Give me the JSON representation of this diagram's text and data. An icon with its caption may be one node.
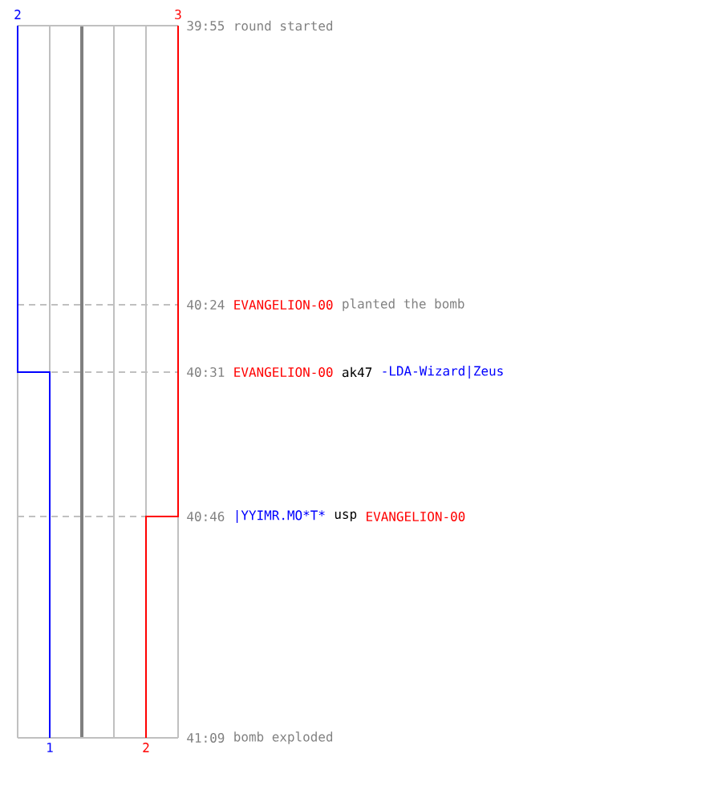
{
  "diagram": {
    "labels": [
      "2",
      "3",
      "39:55",
      "round started",
      "40:24",
      "EVANGELION-00",
      "planted the bomb",
      "40:31",
      "EVANGELION-00",
      "ak47",
      "-LDA-Wizard|Zeus",
      "40:46",
      "|YYIMR.MO*T*",
      "usp",
      "EVANGELION-00",
      "41:09",
      "bomb exploded",
      "1",
      "2"
    ]
  }
}
